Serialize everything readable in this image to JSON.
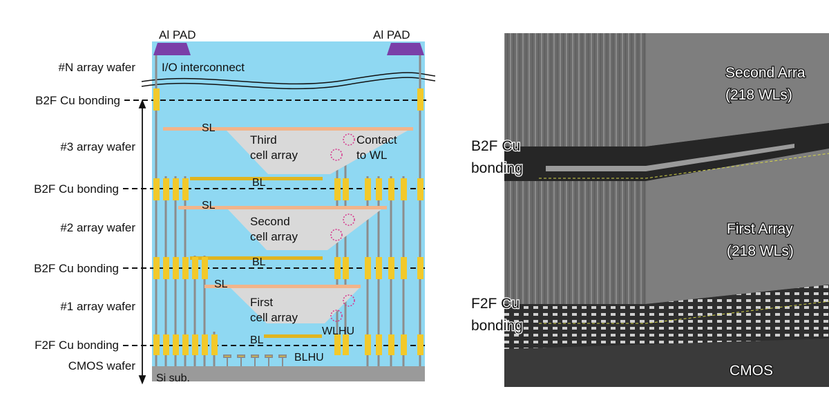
{
  "colors": {
    "silicon_blue": "#8fd8f2",
    "pad_purple": "#7a3fa8",
    "sl_orange": "#f2b48a",
    "bl_gold": "#e0b520",
    "pillar_gold": "#f2c92a",
    "cell_grey": "#d9d9d9",
    "substrate_grey": "#9a9a9a",
    "contact_magenta": "#d6338c",
    "sem_dark": "#4a4a4a"
  },
  "icons": {
    "pad": "aluminum-pad",
    "contact": "dashed-circle-contact",
    "break": "wavy-break-lines"
  },
  "left_labels": {
    "n_array": "#N  array wafer",
    "b2f_1": "B2F Cu bonding",
    "array3": "#3  array wafer",
    "b2f_2": "B2F Cu bonding",
    "array2": "#2  array wafer",
    "b2f_3": "B2F Cu bonding",
    "array1": "#1  array wafer",
    "f2f": "F2F Cu bonding",
    "cmos": "CMOS wafer"
  },
  "diagram": {
    "al_pad_left": "Al PAD",
    "al_pad_right": "Al PAD",
    "io": "I/O interconnect",
    "sl3": "SL",
    "third1": "Third",
    "third2": "cell array",
    "contact1": "Contact",
    "contact2": "to WL",
    "bl3": "BL",
    "sl2": "SL",
    "second1": "Second",
    "second2": "cell array",
    "bl2": "BL",
    "sl1": "SL",
    "first1": "First",
    "first2": "cell array",
    "wlhu": "WLHU",
    "bl1": "BL",
    "blhu": "BLHU",
    "si_sub": "Si sub."
  },
  "sem": {
    "second_array1": "Second Arra",
    "second_array2": "(218 WLs)",
    "b2f1": "B2F Cu",
    "b2f2": "bonding",
    "first_array1": "First Array",
    "first_array2": "(218 WLs)",
    "f2f1": "F2F Cu",
    "f2f2": "bonding",
    "cmos": "CMOS"
  }
}
